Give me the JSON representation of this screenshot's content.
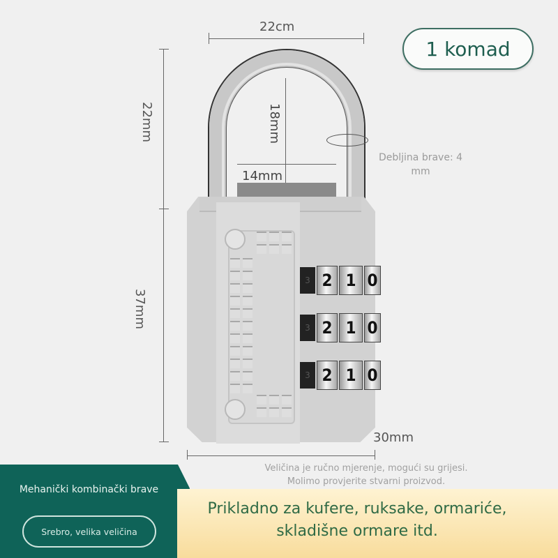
{
  "badge": {
    "label": "1 komad"
  },
  "dimensions": {
    "shackle_width": "22cm",
    "shackle_height": "22mm",
    "shackle_inner_height": "18mm",
    "shackle_inner_width": "14mm",
    "body_height": "37mm",
    "body_width": "30mm",
    "thickness_note": "Debljina brave: 4 mm"
  },
  "dials": [
    {
      "digits": [
        "3",
        "2",
        "1",
        "0"
      ]
    },
    {
      "digits": [
        "3",
        "2",
        "1",
        "0"
      ]
    },
    {
      "digits": [
        "3",
        "2",
        "1",
        "0"
      ]
    }
  ],
  "measure_note": "Veličina je ručno mjerenje, mogući su grijesi. Molimo provjerite stvarni proizvod.",
  "product": {
    "title": "Mehanički kombinački brave",
    "variant": "Srebro, velika veličina",
    "usage": "Prikladno za kufere, ruksake, ormariće, skladišne ormare itd."
  },
  "colors": {
    "green": "#0f6358",
    "accent_text": "#2f6a45",
    "badge_border": "#3d6e62",
    "yellow_top": "#fef3d2",
    "yellow_bottom": "#f8dc9c"
  }
}
